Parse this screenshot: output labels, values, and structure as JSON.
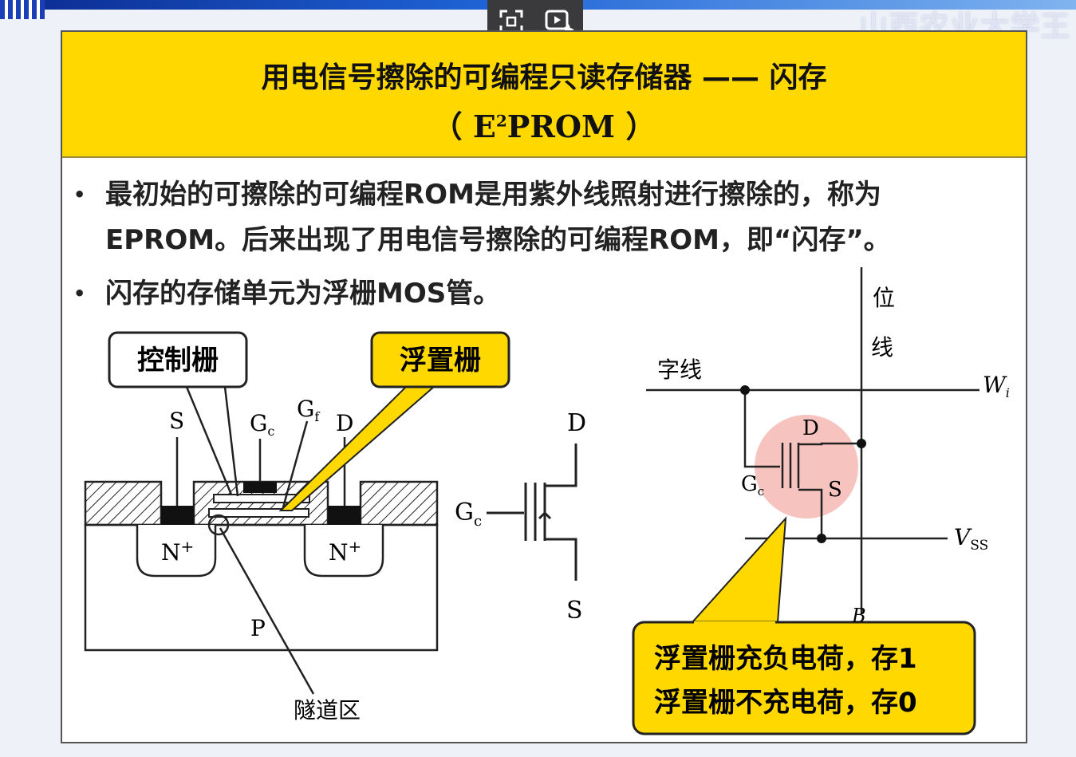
{
  "watermark": {
    "university": "山西农业大学王"
  },
  "overlay": {
    "icons": [
      "exit-fullscreen-icon",
      "video-sparkle-icon"
    ]
  },
  "title": {
    "line1": "用电信号擦除的可编程只读存储器 —— 闪存",
    "line2_prefix": "（ E",
    "line2_sup": "2",
    "line2_suffix": "PROM ）"
  },
  "bullets": {
    "b1": "最初始的可擦除的可编程ROM是用紫外线照射进行擦除的，称为EPROM。后来出现了用电信号擦除的可编程ROM，即“闪存”。",
    "b2": "闪存的存储单元为浮栅MOS管。",
    "marker": "•"
  },
  "cross_section": {
    "callout_control_gate": "控制栅",
    "callout_floating_gate": "浮置栅",
    "label_s": "S",
    "label_gc": "G",
    "label_gc_sub": "c",
    "label_gf": "G",
    "label_gf_sub": "f",
    "label_d": "D",
    "label_n_left": "N",
    "label_n_right": "N",
    "label_plus": "+",
    "label_p": "P",
    "label_tunnel": "隧道区"
  },
  "symbol": {
    "label_d": "D",
    "label_gc": "G",
    "label_gc_sub": "c",
    "label_s": "S"
  },
  "array_cell": {
    "label_bitline_1": "位",
    "label_bitline_2": "线",
    "label_wordline": "字线",
    "label_wi": "W",
    "label_wi_sub": "i",
    "label_d": "D",
    "label_gc": "G",
    "label_gc_sub": "c",
    "label_s": "S",
    "label_vss": "V",
    "label_vss_sub": "SS",
    "label_b_partial": "B",
    "callout_line1": "浮置栅充负电荷，存1",
    "callout_line2": "浮置栅不充电荷，存0"
  },
  "colors": {
    "title_bg": "#ffd800",
    "callout_bg": "#ffd800",
    "highlight_circle": "#f4b8b4",
    "topbar": "#1e63d6"
  }
}
